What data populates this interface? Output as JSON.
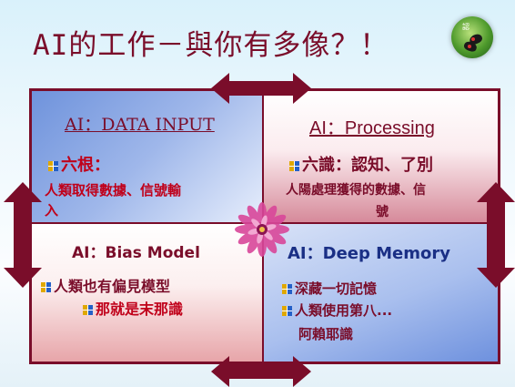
{
  "title": "AI的工作－與你有多像？！",
  "logo_text": "認",
  "q1": {
    "heading": "AI：DATA INPUT",
    "subheading": "六根：",
    "body_line1": "人類取得數據、信號輸",
    "body_line2": "入"
  },
  "q2": {
    "heading": "AI：Processing",
    "subheading": "六識：認知、了別",
    "body_line1": "人陽處理獲得的數據、信",
    "body_line2": "號"
  },
  "q3": {
    "heading": "AI：Bias Model",
    "line1": "人類也有偏見模型",
    "line2": "那就是末那識"
  },
  "q4": {
    "heading": "AI：Deep Memory",
    "line1": "深藏一切記憶",
    "line2": "人類使用第八...",
    "line3": "阿賴耶識"
  },
  "colors": {
    "frame": "#7a0d2a",
    "arrow": "#7a0d2a",
    "title": "#7a0d2a",
    "q1_bg": "#8fa9e6",
    "q2_bg": "#f3d4da",
    "q3_bg": "#f5d2d4",
    "q4_bg": "#a9bfee"
  },
  "icons": [
    "bullet-icon",
    "double-arrow-icon",
    "flower-icon",
    "butterfly-logo-icon"
  ]
}
